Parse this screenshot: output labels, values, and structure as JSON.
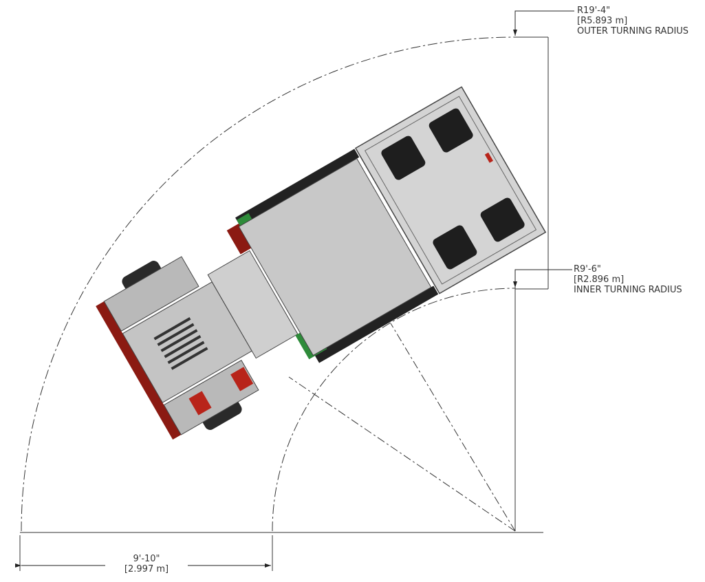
{
  "outer_radius": {
    "imperial": "R19'-4\"",
    "metric": "[R5.893 m]",
    "label": "OUTER TURNING RADIUS"
  },
  "inner_radius": {
    "imperial": "R9'-6\"",
    "metric": "[R2.896 m]",
    "label": "INNER TURNING RADIUS"
  },
  "width_dimension": {
    "imperial": "9'-10\"",
    "metric": "[2.997 m]"
  },
  "colors": {
    "frame_red": "#8b1a12",
    "body_gray": "#c8c8c8",
    "seat_dark": "#1e1e1e",
    "accent_green": "#2e8b3a",
    "line": "#222222"
  }
}
